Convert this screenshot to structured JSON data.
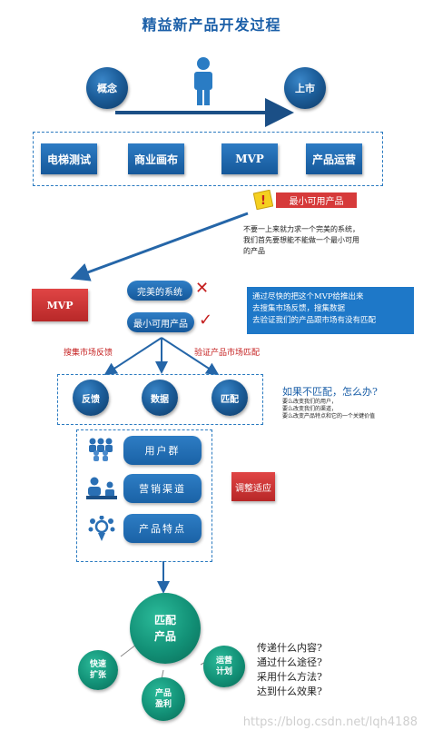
{
  "title": "精益新产品开发过程",
  "top": {
    "concept": "概念",
    "launch": "上市"
  },
  "stages": [
    "电梯测试",
    "商业画布",
    "MVP",
    "产品运营"
  ],
  "mvp_note": {
    "label": "最小可用产品"
  },
  "advice": [
    "不要一上来就力求一个完美的系统，",
    "我们首先要想能不能做一个最小可用",
    "的产品"
  ],
  "mvp_box": "MVP",
  "perfect_system": {
    "label": "完美的系统",
    "mark": "✕"
  },
  "min_product": {
    "label": "最小可用产品",
    "mark": "✓"
  },
  "blue_box": [
    "通过尽快的把这个MVP给推出来",
    "去搜集市场反馈，搜集数据",
    "去验证我们的产品跟市场有没有匹配"
  ],
  "collect_label": "搜集市场反馈",
  "verify_label": "验证产品市场匹配",
  "feedback": [
    "反馈",
    "数据",
    "匹配"
  ],
  "mismatch": {
    "question": "如果不匹配，怎么办?",
    "lines": [
      "要么改变我们的用户，",
      "要么改变我们的渠道，",
      "要么改变产品特点和它的一个关键价值"
    ]
  },
  "factors": [
    "用户群",
    "营销渠道",
    "产品特点"
  ],
  "adjust": "调整适应",
  "match": [
    "匹配",
    "产品"
  ],
  "fast_expand": [
    "快速",
    "扩张"
  ],
  "ops_plan": [
    "运营",
    "计划"
  ],
  "profit": [
    "产品",
    "盈利"
  ],
  "questions": [
    "传递什么内容?",
    "通过什么途径?",
    "采用什么方法?",
    "达到什么效果?"
  ],
  "watermark": "https://blog.csdn.net/lqh4188",
  "colors": {
    "accent": "#1b5fa8",
    "red": "#c41e1e",
    "green": "#129076"
  }
}
